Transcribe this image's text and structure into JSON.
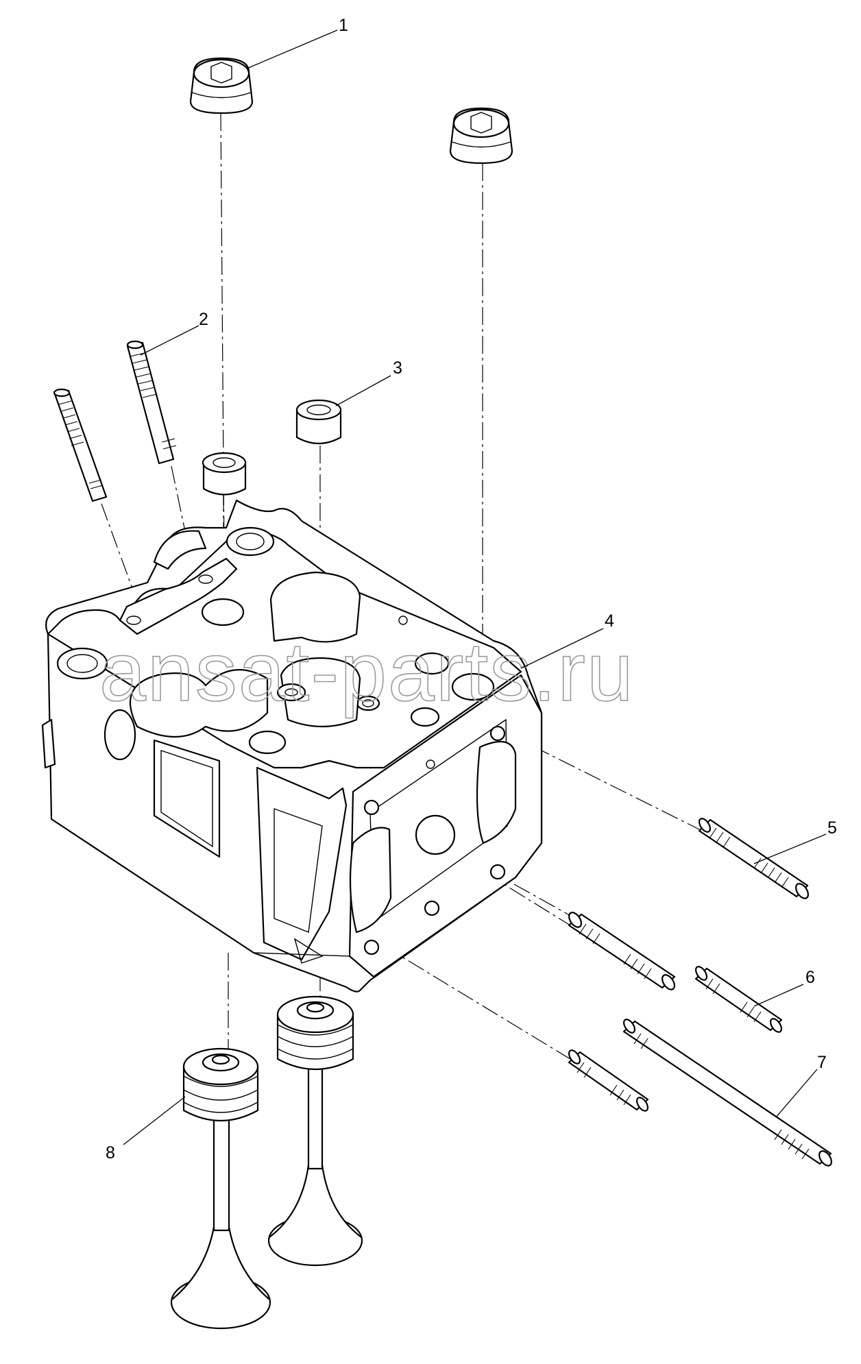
{
  "watermark": "ansat-parts.ru",
  "callouts": [
    {
      "id": "1",
      "label": "1"
    },
    {
      "id": "2",
      "label": "2"
    },
    {
      "id": "3",
      "label": "3"
    },
    {
      "id": "4",
      "label": "4"
    },
    {
      "id": "5",
      "label": "5"
    },
    {
      "id": "6",
      "label": "6"
    },
    {
      "id": "7",
      "label": "7"
    },
    {
      "id": "8",
      "label": "8"
    }
  ],
  "colors": {
    "line": "#000000",
    "watermark": "#9a9a9a",
    "background": "#ffffff"
  }
}
